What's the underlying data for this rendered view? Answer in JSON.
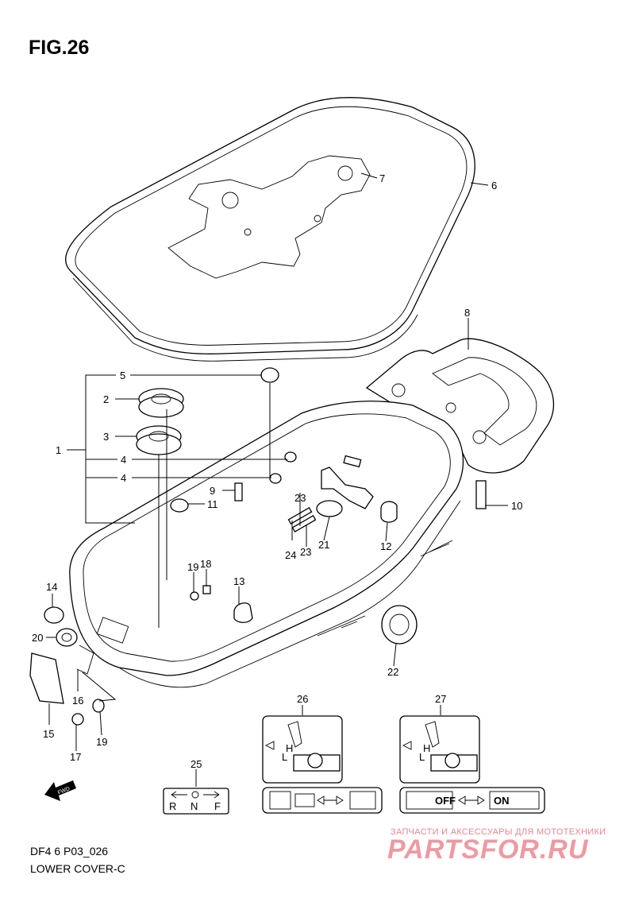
{
  "figure": {
    "title": "FIG.26"
  },
  "callouts": {
    "c1": "1",
    "c2": "2",
    "c3": "3",
    "c4a": "4",
    "c4b": "4",
    "c5": "5",
    "c6": "6",
    "c7": "7",
    "c8": "8",
    "c9": "9",
    "c10": "10",
    "c11": "11",
    "c12": "12",
    "c13": "13",
    "c14": "14",
    "c15": "15",
    "c16": "16",
    "c17": "17",
    "c18": "18",
    "c19a": "19",
    "c19b": "19",
    "c20": "20",
    "c21": "21",
    "c22": "22",
    "c23a": "23",
    "c23b": "23",
    "c24": "24",
    "c25": "25",
    "c26": "26",
    "c27": "27"
  },
  "labels": {
    "shift": {
      "r": "R",
      "n": "N",
      "f": "F"
    },
    "oil26": {
      "h": "H",
      "l": "L"
    },
    "oil27": {
      "h": "H",
      "l": "L",
      "off": "OFF",
      "on": "ON"
    },
    "fwd": "FWD"
  },
  "footer": {
    "code": "DF4 6 P03_026",
    "name": "LOWER COVER-C"
  },
  "watermark": {
    "tagline": "ЗАПЧАСТИ И АКСЕССУАРЫ ДЛЯ МОТОТЕХНИКИ",
    "brand": "PARTSFOR.RU"
  },
  "colors": {
    "line": "#000000",
    "watermark": "#ee9aa3"
  }
}
